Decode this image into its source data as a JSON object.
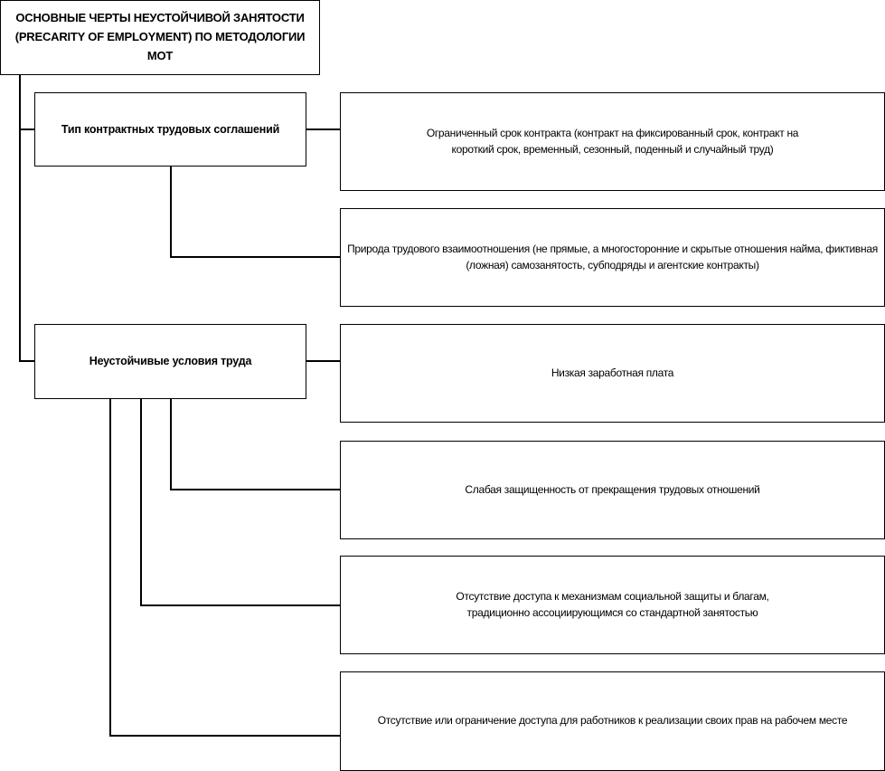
{
  "root": {
    "title_line1": "ОСНОВНЫЕ ЧЕРТЫ НЕУСТОЙЧИВОЙ ЗАНЯТОСТИ",
    "title_line2": "(PRECARITY OF EMPLOYMENT) ПО МЕТОДОЛОГИИ МОТ"
  },
  "categories": [
    {
      "label": "Тип контрактных трудовых соглашений",
      "items": [
        "Ограниченный срок контракта (контракт на фиксированный срок, контракт на короткий срок, временный, сезонный, поденный и случайный труд)",
        "Природа трудового взаимоотношения (не прямые, а многосторонние и скрытые отношения найма, фиктивная (ложная) самозанятость, субподряды и агентские контракты)"
      ]
    },
    {
      "label": "Неустойчивые условия труда",
      "items": [
        "Низкая заработная плата",
        "Слабая защищенность от прекращения трудовых отношений",
        "Отсутствие доступа к механизмам социальной защиты и благам, традиционно ассоциирующимся со стандартной занятостью",
        "Отсутствие или ограничение доступа для работников к реализации своих прав на рабочем месте"
      ]
    }
  ]
}
